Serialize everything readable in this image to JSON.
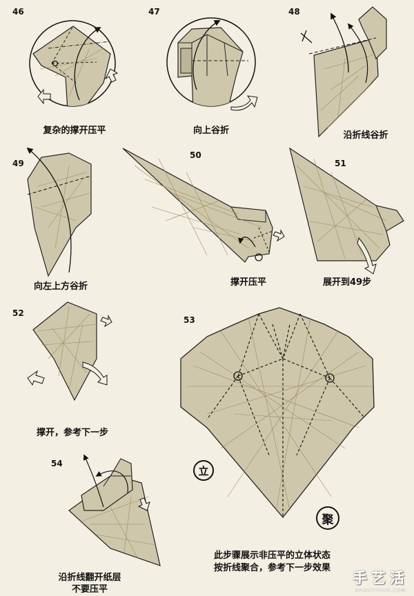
{
  "colors": {
    "background": "#f3efe2",
    "paper": "#cfc7ab",
    "edge": "#2a2a2a",
    "creases": "#9c8a5f"
  },
  "steps": [
    {
      "number": "46",
      "caption": "复杂的撑开压平"
    },
    {
      "number": "47",
      "caption": "向上谷折"
    },
    {
      "number": "48",
      "caption": "沿折线谷折"
    },
    {
      "number": "49",
      "caption": "向左上方谷折"
    },
    {
      "number": "50",
      "caption": "撑开压平"
    },
    {
      "number": "51",
      "caption": "展开到49步"
    },
    {
      "number": "52",
      "caption": "撑开，参考下一步"
    },
    {
      "number": "53",
      "caption_lines": [
        "此步骤展示非压平的立体状态",
        "按折线聚合，参考下一步效果"
      ],
      "symbol_left": "立",
      "symbol_right": "聚"
    },
    {
      "number": "54",
      "caption_lines": [
        "沿折线翻开纸层",
        "不要压平"
      ]
    }
  ],
  "watermark": {
    "title": "手艺活",
    "subtitle": "SHOUYIHUO.COM"
  }
}
